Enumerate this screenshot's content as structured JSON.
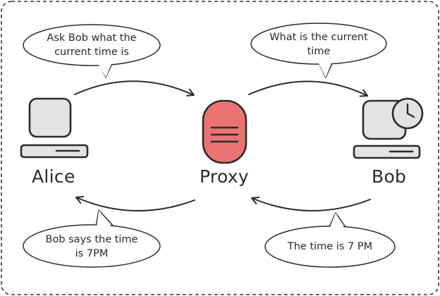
{
  "nodes": {
    "alice": "Alice",
    "proxy": "Proxy",
    "bob": "Bob"
  },
  "messages": {
    "alice_to_proxy": "Ask Bob what the current time is",
    "proxy_to_bob": "What is the current time",
    "bob_to_proxy": "The time is 7 PM",
    "proxy_to_alice": "Bob says the time is 7PM"
  },
  "icons": {
    "alice": "computer-icon",
    "proxy": "server-icon",
    "bob": "computer-with-clock-icon"
  },
  "colors": {
    "proxy_fill": "#ec7373",
    "device_fill": "#e3e3e3",
    "stroke": "#2b2b2b"
  }
}
